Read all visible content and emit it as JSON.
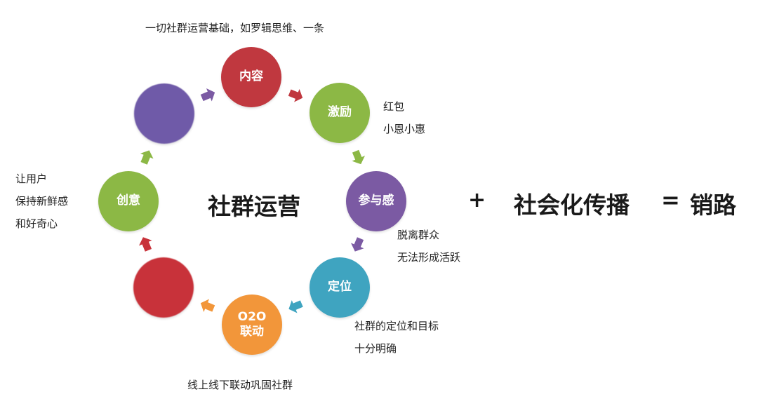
{
  "cycle": {
    "center_title": "社群运营",
    "nodes": [
      {
        "id": "content",
        "label_lines": [
          "内容"
        ],
        "color": "#c0383f"
      },
      {
        "id": "incentive",
        "label_lines": [
          "激励"
        ],
        "color": "#8cb845"
      },
      {
        "id": "participation",
        "label_lines": [
          "参与感"
        ],
        "color": "#7b5aa3"
      },
      {
        "id": "positioning",
        "label_lines": [
          "定位"
        ],
        "color": "#3fa4c0"
      },
      {
        "id": "o2o",
        "label_lines": [
          "O2O",
          "联动"
        ],
        "color": "#f2963a"
      },
      {
        "id": "red-blurred",
        "label_lines": [],
        "color": "#c8323a"
      },
      {
        "id": "creativity",
        "label_lines": [
          "创意"
        ],
        "color": "#8cb845"
      },
      {
        "id": "purple-blurred",
        "label_lines": [],
        "color": "#6f5aa8"
      }
    ],
    "arrow_colors": [
      "#c0383f",
      "#8cb845",
      "#7b5aa3",
      "#3fa4c0",
      "#f2963a",
      "#c8323a",
      "#8cb845",
      "#7b5aa3"
    ]
  },
  "notes": {
    "content": [
      "一切社群运营基础，如罗辑思维、一条"
    ],
    "incentive": [
      "红包",
      "小恩小惠"
    ],
    "participation": [
      "脱离群众",
      "无法形成活跃"
    ],
    "positioning": [
      "社群的定位和目标",
      "十分明确"
    ],
    "o2o": [
      "线上线下联动巩固社群"
    ],
    "creativity": [
      "让用户",
      "保持新鲜感",
      "和好奇心"
    ]
  },
  "formula": {
    "plus": "+",
    "term": "社会化传播",
    "equals": "=",
    "result": "销路"
  }
}
